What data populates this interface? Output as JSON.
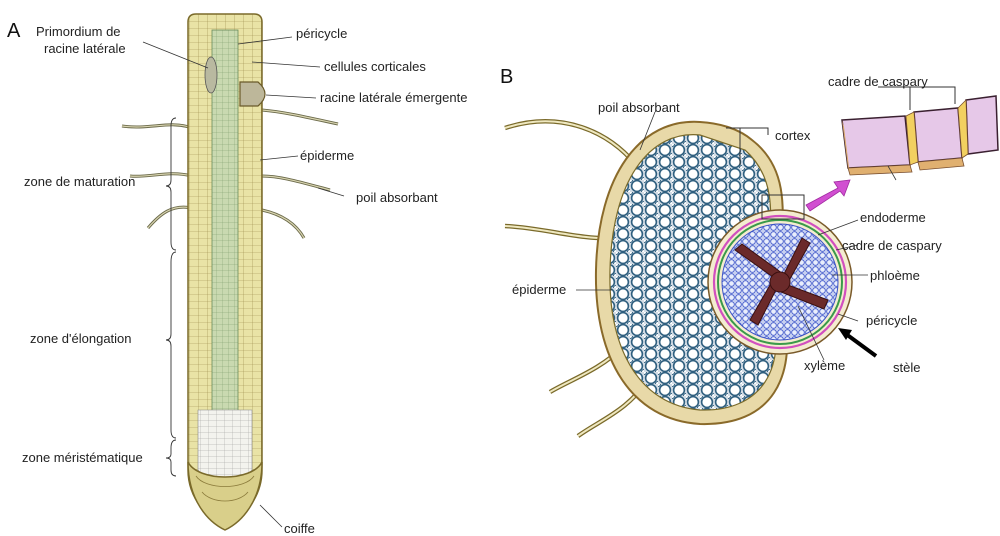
{
  "panels": {
    "a": "A",
    "b": "B"
  },
  "panel_a": {
    "primordium": "Primordium de",
    "primordium2": "racine latérale",
    "pericycle": "péricycle",
    "corticales": "cellules corticales",
    "emergente": "racine latérale émergente",
    "epiderme": "épiderme",
    "poil": "poil absorbant",
    "maturation": "zone de maturation",
    "elongation": "zone d'élongation",
    "meristem": "zone méristématique",
    "coiffe": "coiffe"
  },
  "panel_b": {
    "poil": "poil absorbant",
    "cortex": "cortex",
    "caspary_top": "cadre de caspary",
    "endoderme": "endoderme",
    "caspary": "cadre de caspary",
    "phloeme": "phloème",
    "epiderme": "épiderme",
    "pericycle": "péricycle",
    "xyleme": "xylème",
    "stele": "stèle"
  },
  "colors": {
    "root_fill": "#e9e3a6",
    "root_outline": "#8a7a3a",
    "stele_green": "#c9d9b0",
    "cortex_blue": "#2f5f7f",
    "xylem": "#6b2a2a",
    "phloem": "#2f4fd0",
    "casparian": "#d14fbf",
    "arrow": "#d14fd1"
  }
}
